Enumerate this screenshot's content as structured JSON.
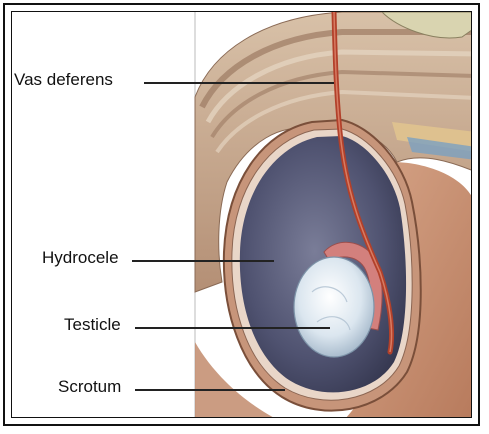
{
  "labels": {
    "vas_deferens": "Vas deferens",
    "hydrocele": "Hydrocele",
    "testicle": "Testicle",
    "scrotum": "Scrotum"
  },
  "colors": {
    "frame": "#111111",
    "skin": "#c98f6f",
    "fluid_sac": "#4d4f6a",
    "testicle": "#dfe8ef",
    "vas_deferens": "#b2402a",
    "pelvic_tissue": "#c9a98e"
  }
}
